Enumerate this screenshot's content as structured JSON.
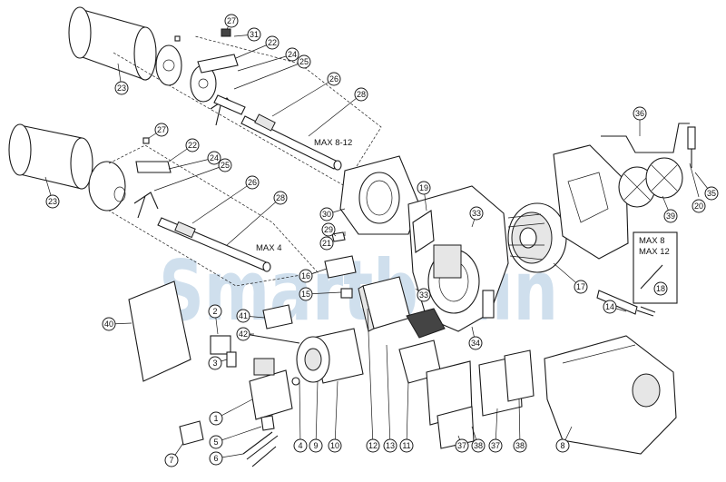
{
  "watermark": {
    "text": "Smartbrain",
    "color": "#a9c6df"
  },
  "text_labels": {
    "max_8_12": "MAX 8-12",
    "max_4": "MAX 4",
    "max_8": "MAX 8",
    "max_12": "MAX 12"
  },
  "callouts": {
    "c1": "1",
    "c2": "2",
    "c3": "3",
    "c4": "4",
    "c5": "5",
    "c6": "6",
    "c7": "7",
    "c8": "8",
    "c9": "9",
    "c10": "10",
    "c11": "11",
    "c12": "12",
    "c13": "13",
    "c14": "14",
    "c15": "15",
    "c16": "16",
    "c17": "17",
    "c18": "18",
    "c19": "19",
    "c20": "20",
    "c21": "21",
    "c22a": "22",
    "c22b": "22",
    "c23a": "23",
    "c23b": "23",
    "c24a": "24",
    "c24b": "24",
    "c25a": "25",
    "c25b": "25",
    "c26a": "26",
    "c26b": "26",
    "c27a": "27",
    "c27b": "27",
    "c28a": "28",
    "c28b": "28",
    "c29": "29",
    "c30": "30",
    "c31": "31",
    "c33a": "33",
    "c33b": "33",
    "c34": "34",
    "c35": "35",
    "c36": "36",
    "c37a": "37",
    "c37b": "37",
    "c38a": "38",
    "c38b": "38",
    "c39": "39",
    "c40": "40",
    "c41": "41",
    "c42": "42"
  }
}
